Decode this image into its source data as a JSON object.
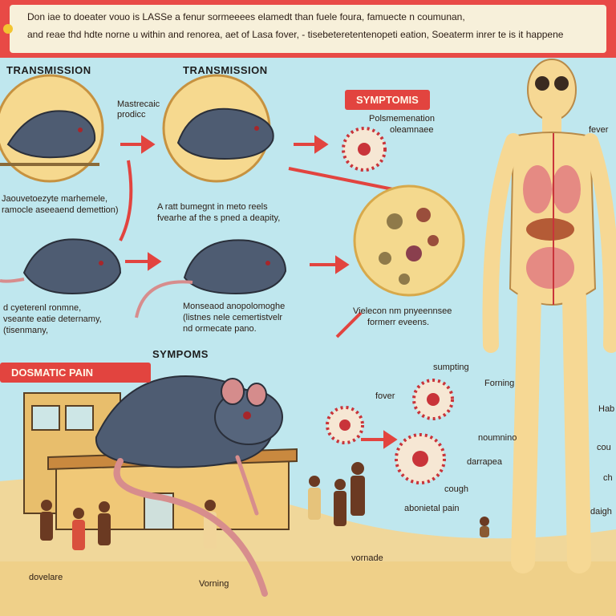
{
  "banner": {
    "line1": "Don iae to doeater vouo is LASSe a fenur sormeeees elamedt than fuele foura, famuecte n coumunan,",
    "line2": "and reae thd hdte norne u within and renorea, aet of Lasa fover, - tisebeteretentenopeti eation, Soeaterm inrer te is it happene"
  },
  "headings": {
    "transmission_left": "TRANSMISSION",
    "transmission_center": "TRANSMISSION",
    "symptoms_tag": "SYMPTOMIS",
    "symptoms_mid": "SYMPOMS",
    "pain_tag": "DOSMATIC PAIN"
  },
  "captions": {
    "c1": "Mastrecaic\nprodicc",
    "c2_line1": "Jaouvetoezyte marhemele,",
    "c2_line2": "ramocle aseeaend demettion)",
    "c3_line1": "A ratt bumegnt in meto reels",
    "c3_line2": "fvearhe af the s pned a deapity,",
    "c4_line1": "Polsmemenation",
    "c4_line2": "oleamnaee",
    "c5_line1": "d cyeterenl ronmne,",
    "c5_line2": "vseante eatie deternamy,",
    "c5_line3": "(tisenmany,",
    "c6_line1": "Monseaod anopolomoghe",
    "c6_line2": "(listnes nele cemertistvelr",
    "c6_line3": "nd ormecate pano.",
    "c7_line1": "Vielecon nm pnyeennsee",
    "c7_line2": "formerr eveens."
  },
  "symptom_labels": {
    "fever_body": "fever",
    "sumpting": "sumpting",
    "forning": "Forning",
    "fever_virus": "fover",
    "noumnino": "noumnino",
    "darrapea": "darrapea",
    "cough": "cough",
    "abdominal": "abonietal pain",
    "vornade": "vornade",
    "dovelare": "dovelare",
    "vorning": "Vorning",
    "hab": "Hab",
    "cou": "cou",
    "ch": "ch",
    "daigh": "daigh"
  },
  "colors": {
    "sky": "#bfe7ee",
    "banner_red": "#e84a46",
    "tag_red": "#e2443f",
    "ground": "#f0d79a",
    "rat_grey": "#4e5c72",
    "skin": "#f6d894",
    "virus_red": "#c9343a"
  }
}
